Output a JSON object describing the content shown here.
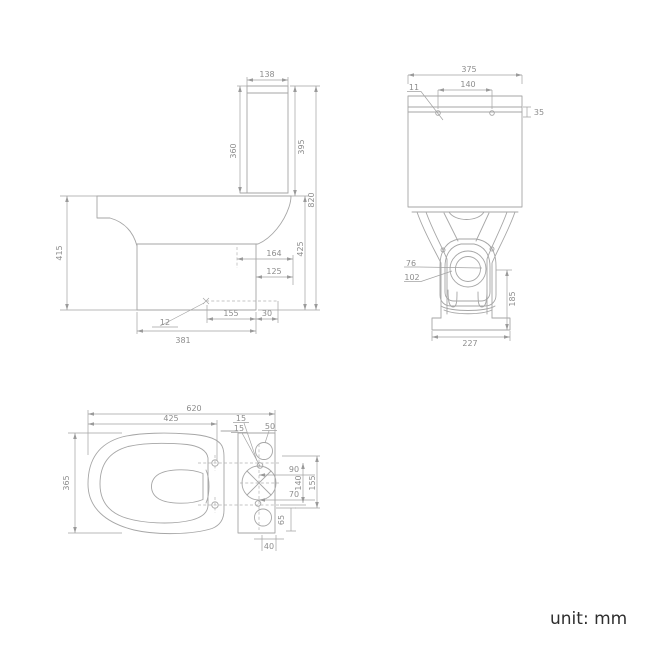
{
  "meta": {
    "unit_label": "unit: mm"
  },
  "style": {
    "line_color": "#a6a6a6",
    "dim_text_color": "#8d8d8d",
    "unit_text_color": "#2e2e2e",
    "background": "#ffffff"
  },
  "views": {
    "side": {
      "name": "side view",
      "dims": {
        "cistern_depth": "138",
        "tank_height": "360",
        "cistern_height": "395",
        "overall_height": "820",
        "pan_front_height": "415",
        "pan_back_height": "425",
        "offset_164": "164",
        "offset_125": "125",
        "outlet_drop": "12",
        "outlet_offset_155": "155",
        "outlet_offset_30": "30",
        "pan_depth": "381"
      }
    },
    "front": {
      "name": "front view",
      "dims": {
        "cistern_width": "375",
        "hole_diameter": "11",
        "hole_spacing": "140",
        "lid_height": "35",
        "outlet_inner_diameter": "76",
        "outlet_outer_diameter": "102",
        "outlet_height": "185",
        "base_width": "227"
      }
    },
    "plan": {
      "name": "plan view",
      "dims": {
        "overall_length": "620",
        "front_to_holes": "425",
        "offset_15_top": "15",
        "offset_15_bottom": "15",
        "supply_hole": "50",
        "bowl_width": "365",
        "offset_90": "90",
        "hole_spacing_140": "140",
        "span_155": "155",
        "offset_70": "70",
        "offset_65": "65",
        "offset_40": "40"
      }
    }
  }
}
